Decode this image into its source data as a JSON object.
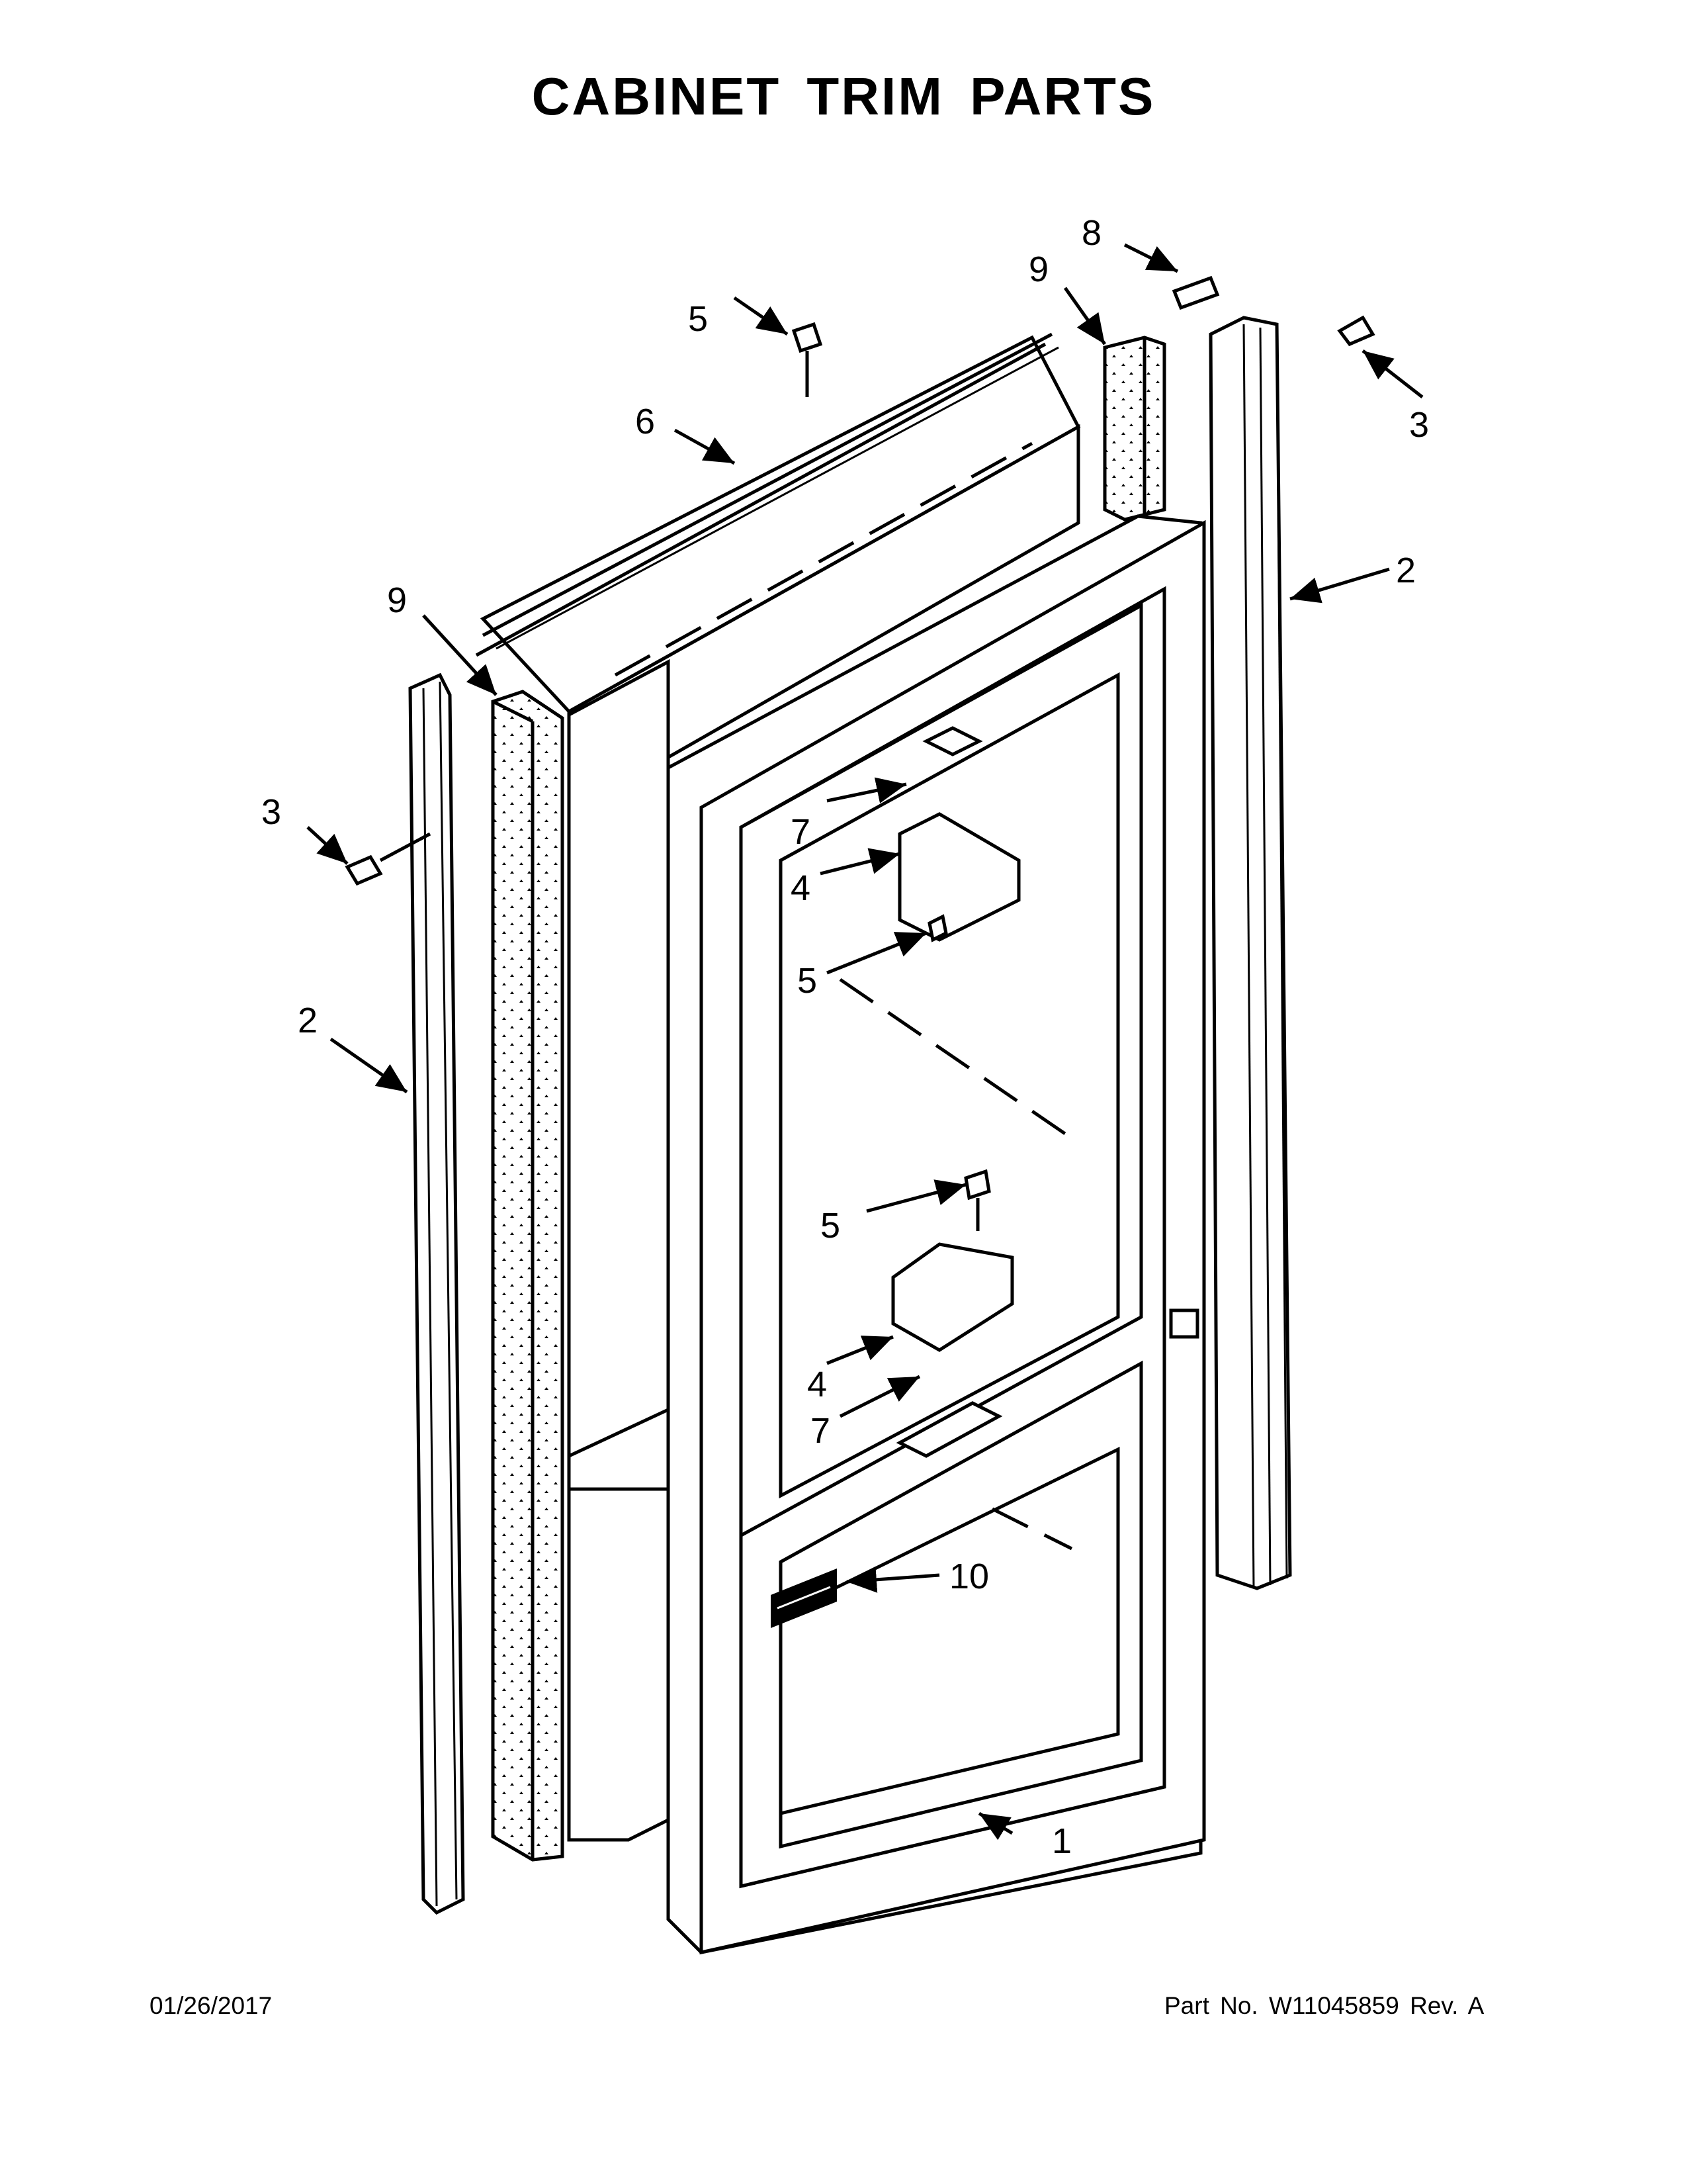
{
  "title": "CABINET TRIM PARTS",
  "footer": {
    "date": "01/26/2017",
    "part_number": "Part No.  W11045859  Rev.  A"
  },
  "callouts": [
    {
      "id": "c1",
      "label": "1"
    },
    {
      "id": "c2-left",
      "label": "2"
    },
    {
      "id": "c2-right",
      "label": "2"
    },
    {
      "id": "c3-left",
      "label": "3"
    },
    {
      "id": "c3-right",
      "label": "3"
    },
    {
      "id": "c4-upper",
      "label": "4"
    },
    {
      "id": "c4-lower",
      "label": "4"
    },
    {
      "id": "c5-top",
      "label": "5"
    },
    {
      "id": "c5-mid",
      "label": "5"
    },
    {
      "id": "c5-lower",
      "label": "5"
    },
    {
      "id": "c6",
      "label": "6"
    },
    {
      "id": "c7-upper",
      "label": "7"
    },
    {
      "id": "c7-lower",
      "label": "7"
    },
    {
      "id": "c8",
      "label": "8"
    },
    {
      "id": "c9-left",
      "label": "9"
    },
    {
      "id": "c9-right",
      "label": "9"
    },
    {
      "id": "c10",
      "label": "10"
    }
  ]
}
